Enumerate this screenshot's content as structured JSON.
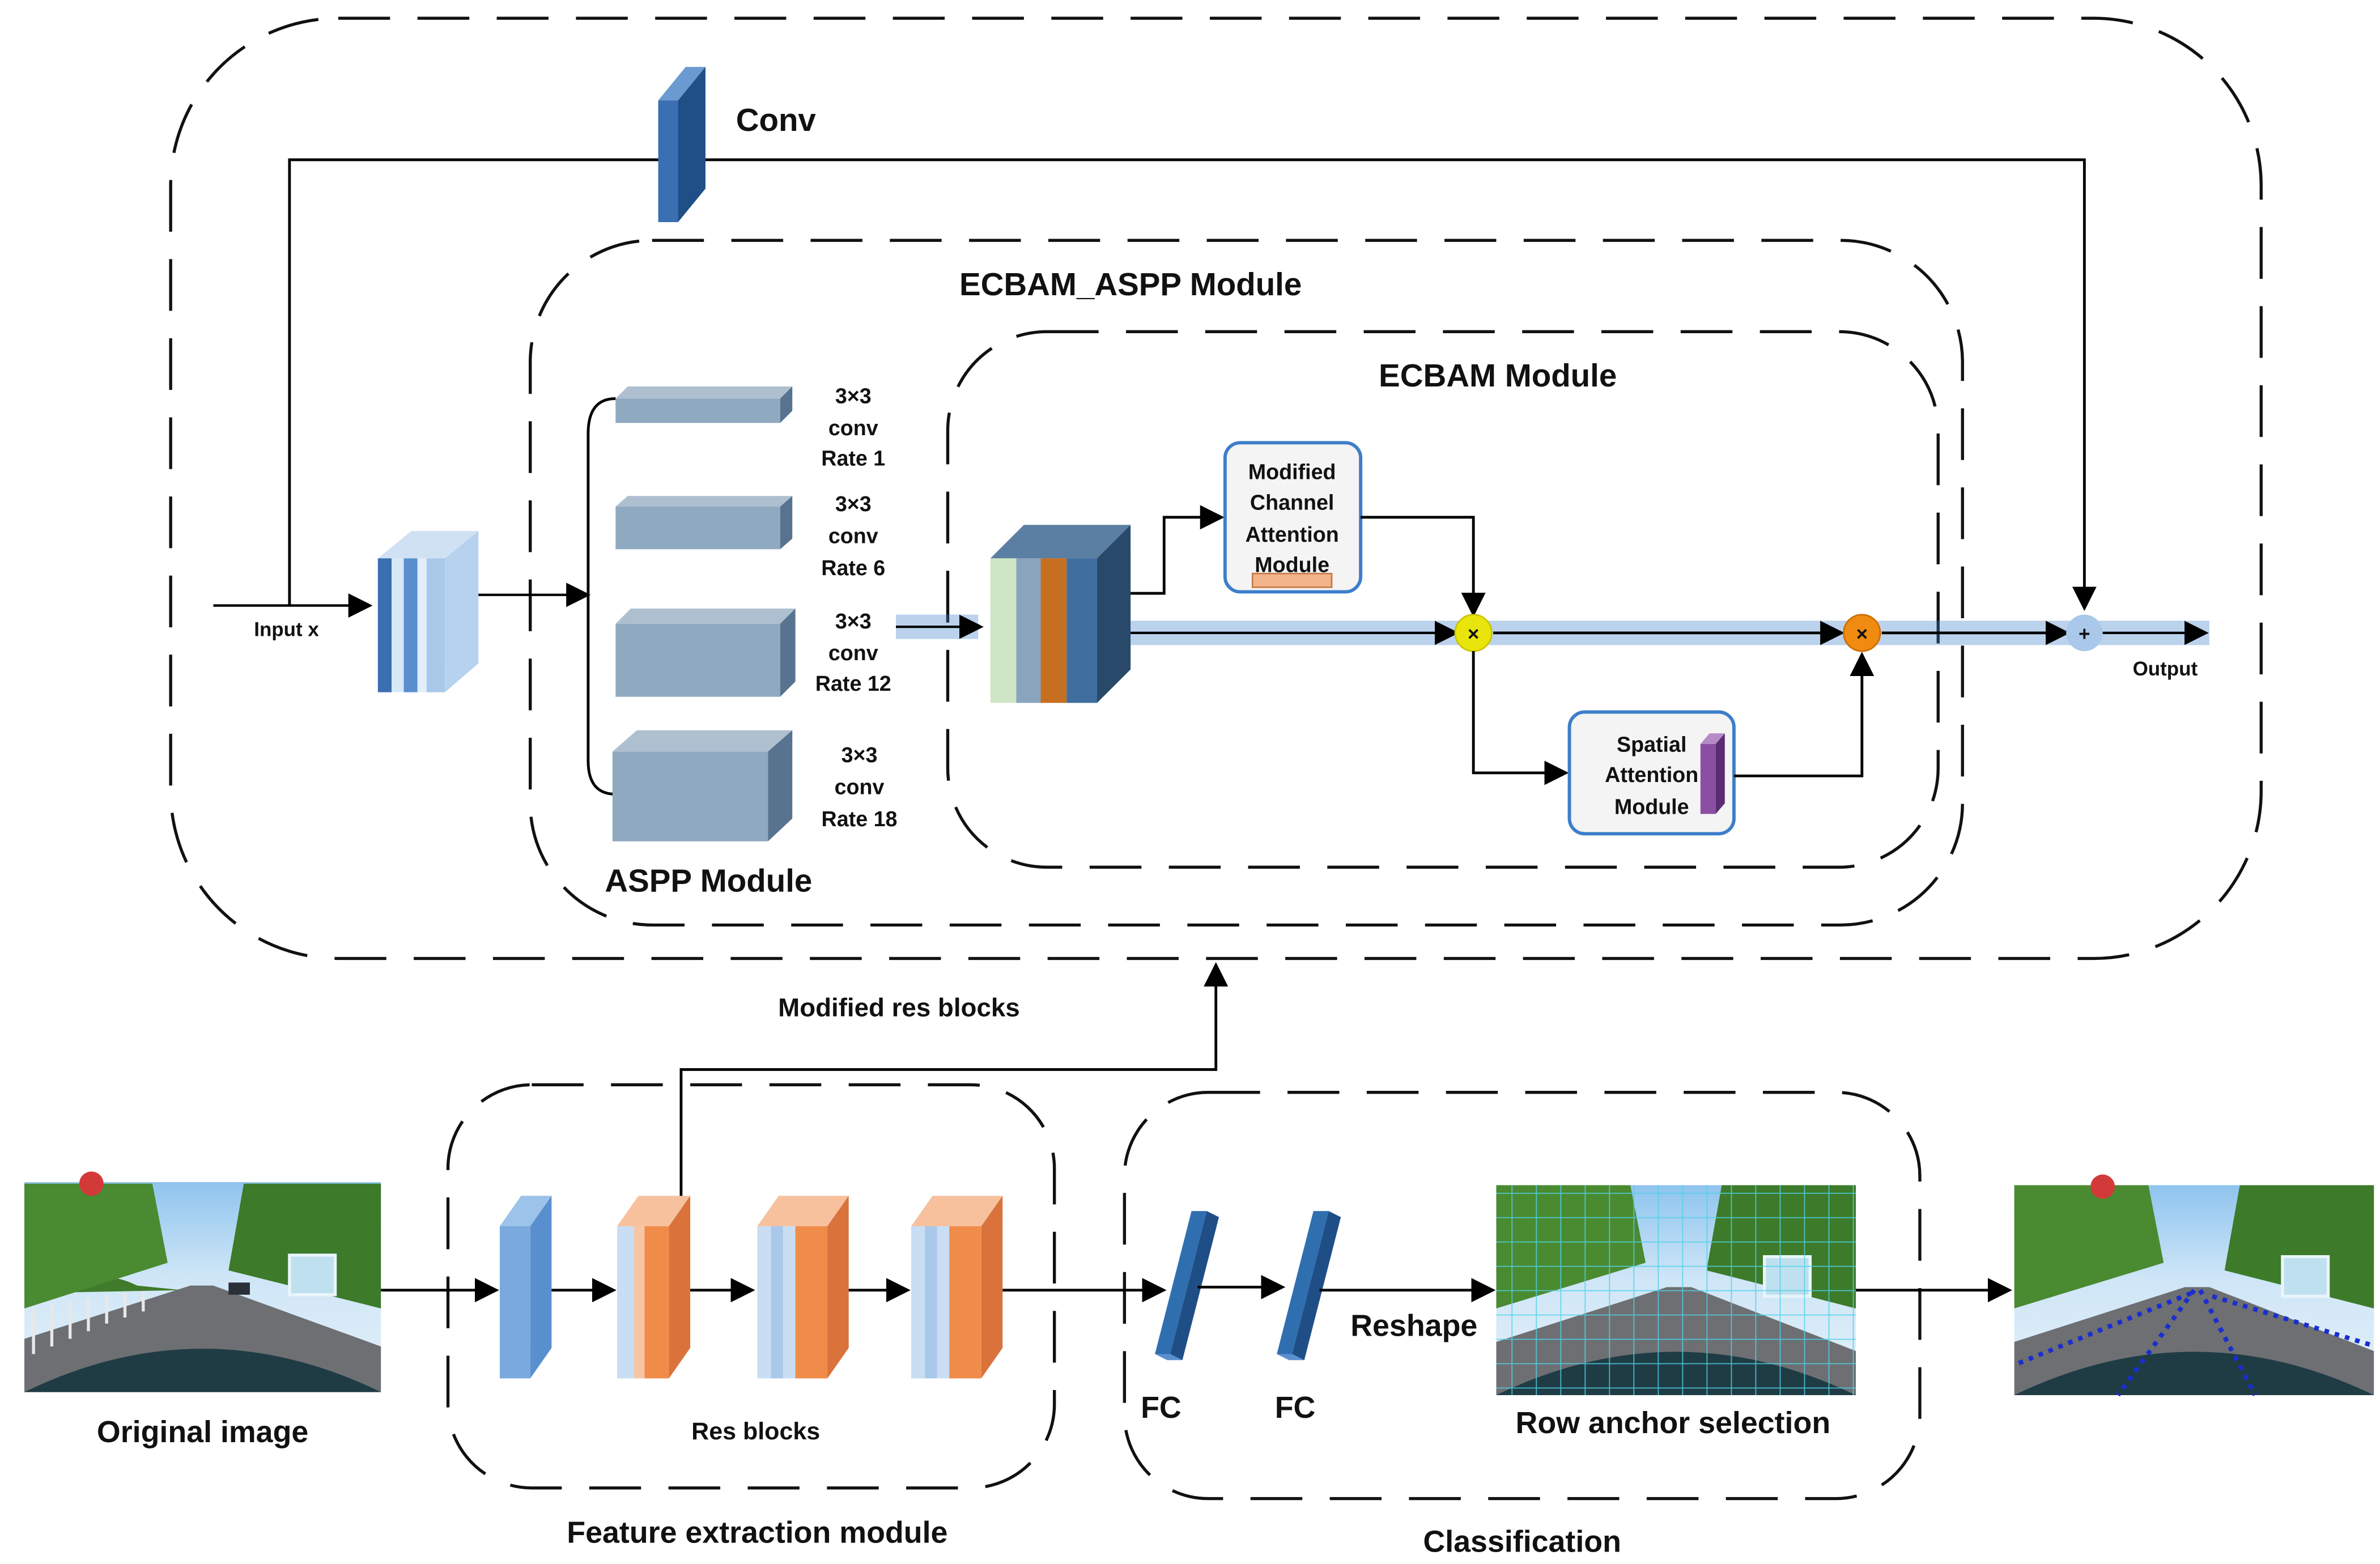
{
  "modules": {
    "outer": {
      "conv_label": "Conv"
    },
    "ecbam_aspp": {
      "title": "ECBAM_ASPP Module"
    },
    "ecbam": {
      "title": "ECBAM Module"
    },
    "aspp": {
      "title": "ASPP Module",
      "branches": [
        {
          "l1": "3×3",
          "l2": "conv",
          "l3": "Rate 1"
        },
        {
          "l1": "3×3",
          "l2": "conv",
          "l3": "Rate 6"
        },
        {
          "l1": "3×3",
          "l2": "conv",
          "l3": "Rate 12"
        },
        {
          "l1": "3×3",
          "l2": "conv",
          "l3": "Rate 18"
        }
      ]
    },
    "channel_attention": {
      "l1": "Modified",
      "l2": "Channel",
      "l3": "Attention",
      "l4": "Module"
    },
    "spatial_attention": {
      "l1": "Spatial",
      "l2": "Attention",
      "l3": "Module"
    }
  },
  "operators": {
    "multiply": "×",
    "add": "+"
  },
  "io": {
    "input_label": "Input x",
    "output_label": "Output"
  },
  "labels": {
    "modified_res_blocks": "Modified res blocks",
    "res_blocks": "Res blocks",
    "feature_extraction": "Feature extraction module",
    "classification": "Classification",
    "fc1": "FC",
    "fc2": "FC",
    "reshape": "Reshape",
    "row_anchor": "Row anchor selection",
    "original_image": "Original image"
  },
  "colors": {
    "block_blue": "#3a6fb2",
    "block_light": "#9cc3ea",
    "block_orange": "#f08c4a",
    "block_slate": "#8fa9c0",
    "mult_yellow": "#e8e40c",
    "mult_orange": "#f08a10",
    "add_blue": "#a9c8ea",
    "module_border": "#3d7ec9",
    "lane_dots": "#1a2ecf"
  }
}
